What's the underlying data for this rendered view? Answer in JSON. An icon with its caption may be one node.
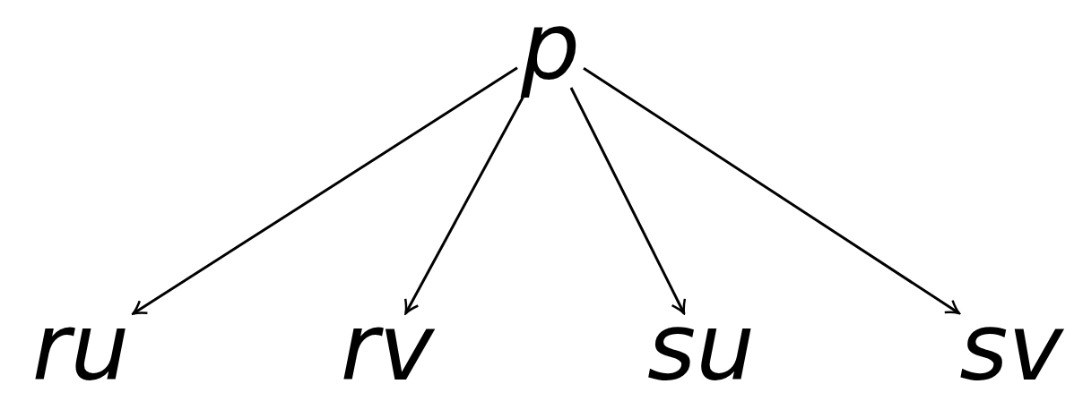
{
  "diagram": {
    "nodes": [
      {
        "text": [
          "p"
        ]
      },
      {
        "text": [
          "ru"
        ]
      },
      {
        "text": [
          "rv"
        ]
      },
      {
        "text": [
          "su"
        ]
      },
      {
        "text": [
          "sv"
        ]
      }
    ],
    "edges": [
      {
        "from": 0,
        "to": 1,
        "arrow": "to"
      },
      {
        "from": 0,
        "to": 2,
        "arrow": "to"
      },
      {
        "from": 0,
        "to": 3,
        "arrow": "to"
      },
      {
        "from": 0,
        "to": 4,
        "arrow": "to"
      }
    ]
  }
}
